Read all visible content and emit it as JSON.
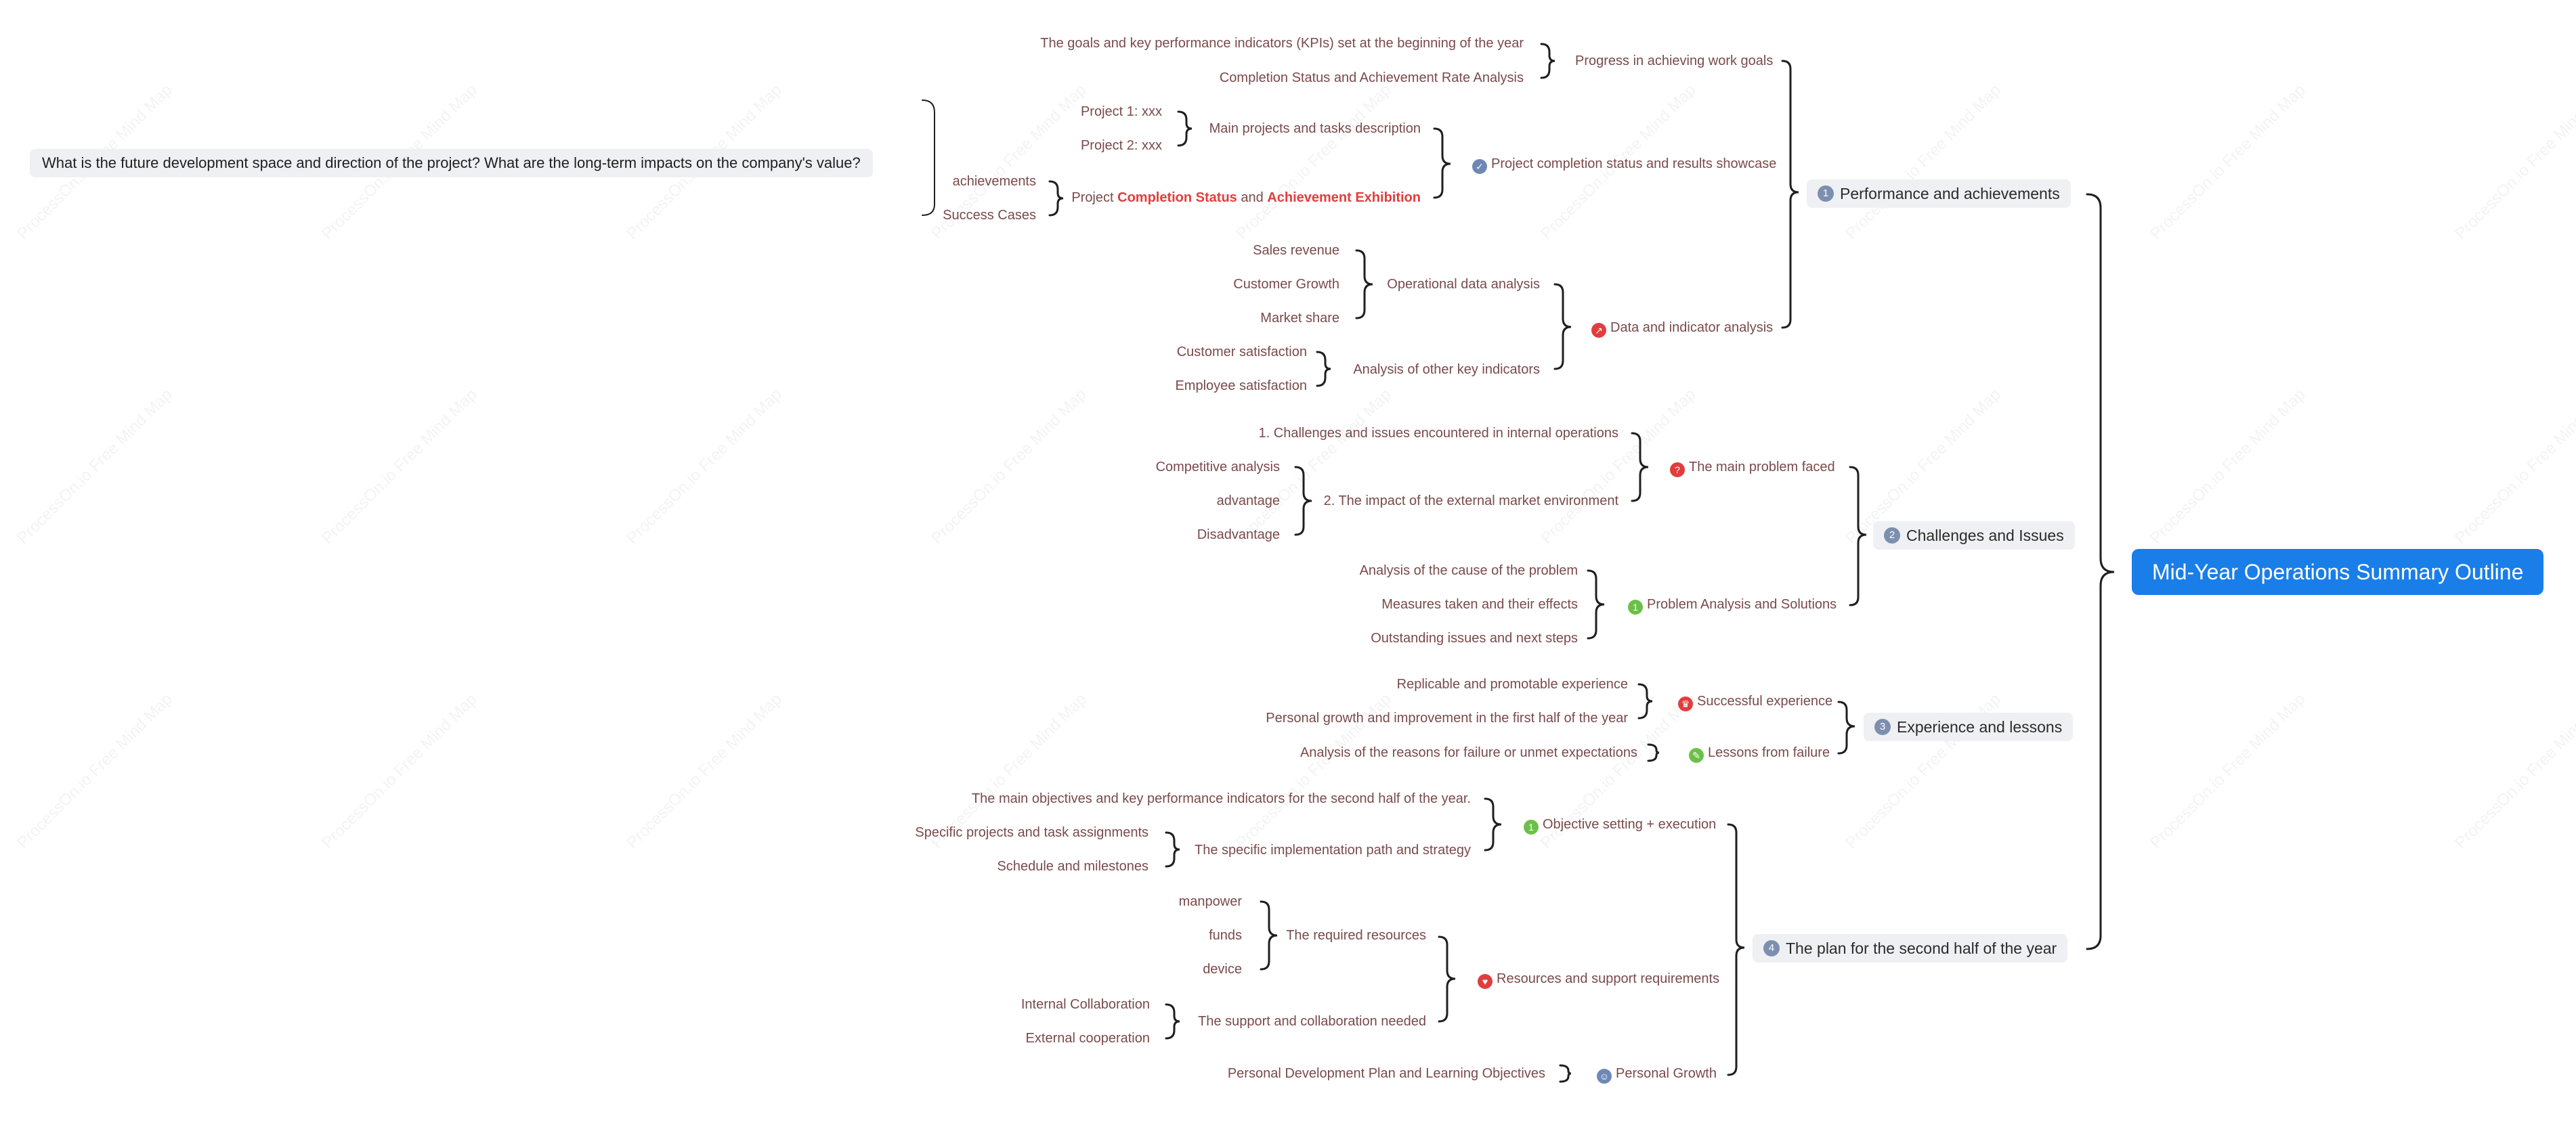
{
  "root": "Mid-Year Operations Summary Outline",
  "watermark": "ProcessOn.io Free Mind Map",
  "note": "What is the future development space and direction of the project? What are the long-term impacts on the company's value?",
  "b1": {
    "num": "1",
    "label": "Performance and achievements",
    "progress": {
      "label": "Progress in achieving work goals",
      "items": [
        "The goals and key performance indicators (KPIs) set at the beginning of the year",
        "Completion Status and Achievement Rate Analysis"
      ]
    },
    "completion": {
      "label": "Project completion status and results showcase",
      "icon": "✓",
      "tasks": {
        "label": "Main projects and tasks description",
        "items": [
          "Project 1: xxx",
          "Project 2: xxx"
        ]
      },
      "exhibit": {
        "pre": "Project ",
        "red1": "Completion Status",
        "mid": " and ",
        "red2": "Achievement Exhibition",
        "items": [
          "achievements",
          "Success Cases"
        ]
      }
    },
    "data": {
      "label": "Data and indicator analysis",
      "icon": "↗",
      "ops": {
        "label": "Operational data analysis",
        "items": [
          "Sales revenue",
          "Customer Growth",
          "Market share"
        ]
      },
      "other": {
        "label": "Analysis of other key indicators",
        "items": [
          "Customer satisfaction",
          "Employee satisfaction"
        ]
      }
    }
  },
  "b2": {
    "num": "2",
    "label": "Challenges and Issues",
    "problem": {
      "label": "The main problem faced",
      "icon": "?",
      "items": [
        "1. Challenges and issues encountered in internal operations",
        "2. The impact of the external market environment"
      ],
      "sub": [
        "Competitive analysis",
        "advantage",
        "Disadvantage"
      ]
    },
    "analysis": {
      "label": "Problem Analysis and Solutions",
      "icon": "1",
      "items": [
        "Analysis of the cause of the problem",
        "Measures taken and their effects",
        "Outstanding issues and next steps"
      ]
    }
  },
  "b3": {
    "num": "3",
    "label": "Experience and lessons",
    "success": {
      "label": "Successful experience",
      "icon": "♛",
      "items": [
        "Replicable and promotable experience",
        "Personal growth and improvement in the first half of the year"
      ]
    },
    "failure": {
      "label": "Lessons from failure",
      "icon": "✎",
      "items": [
        "Analysis of the reasons for failure or unmet expectations"
      ]
    }
  },
  "b4": {
    "num": "4",
    "label": "The plan for the second half of the year",
    "objective": {
      "label": "Objective setting + execution",
      "icon": "1",
      "items": [
        "The main objectives and key performance indicators for the second half of the year.",
        "The specific implementation path and strategy"
      ],
      "sub": [
        "Specific projects and task assignments",
        "Schedule and milestones"
      ]
    },
    "resources": {
      "label": "Resources and support requirements",
      "icon": "♥",
      "required": {
        "label": "The required resources",
        "items": [
          "manpower",
          "funds",
          "device"
        ]
      },
      "support": {
        "label": "The support and collaboration needed",
        "items": [
          "Internal Collaboration",
          "External cooperation"
        ]
      }
    },
    "personal": {
      "label": "Personal Growth",
      "icon": "☺",
      "items": [
        "Personal Development Plan and Learning Objectives"
      ]
    }
  },
  "colors": {
    "root": "#1a7ee9",
    "text": "#7a4a4a",
    "red": "#e23d3d",
    "green": "#6cc04a",
    "blue": "#6d88b5"
  }
}
